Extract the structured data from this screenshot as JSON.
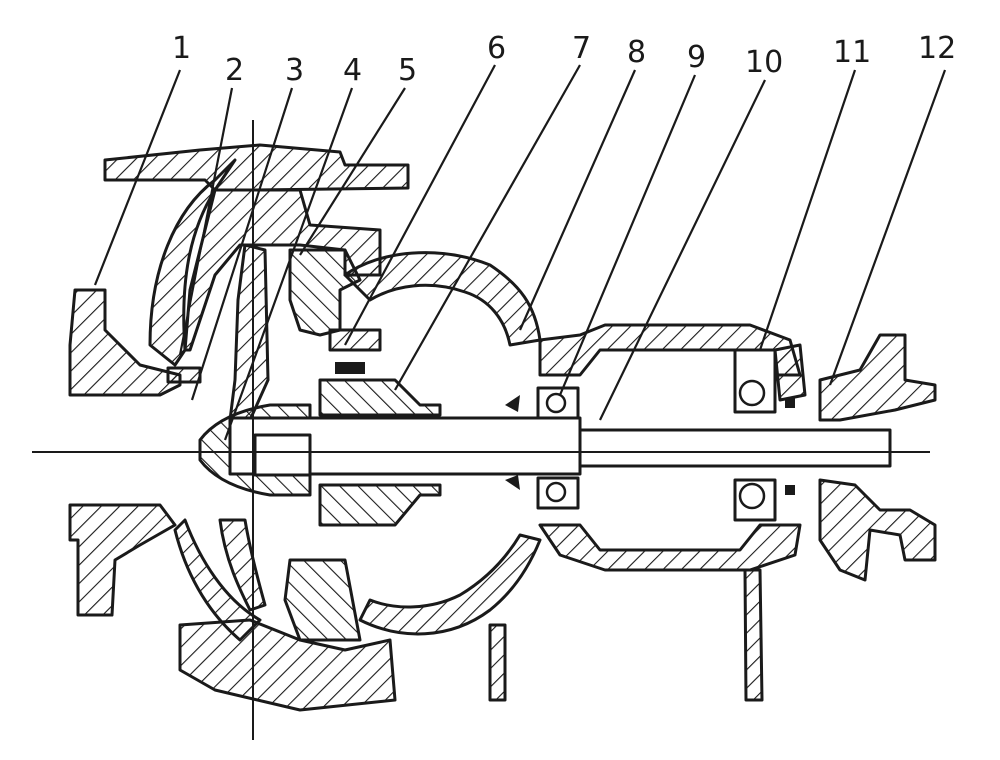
{
  "callouts": [
    "1",
    "2",
    "3",
    "4",
    "5",
    "6",
    "7",
    "8",
    "9",
    "10",
    "11",
    "12"
  ],
  "colors": {
    "ink": "#1a1a1a",
    "paper": "#ffffff"
  }
}
